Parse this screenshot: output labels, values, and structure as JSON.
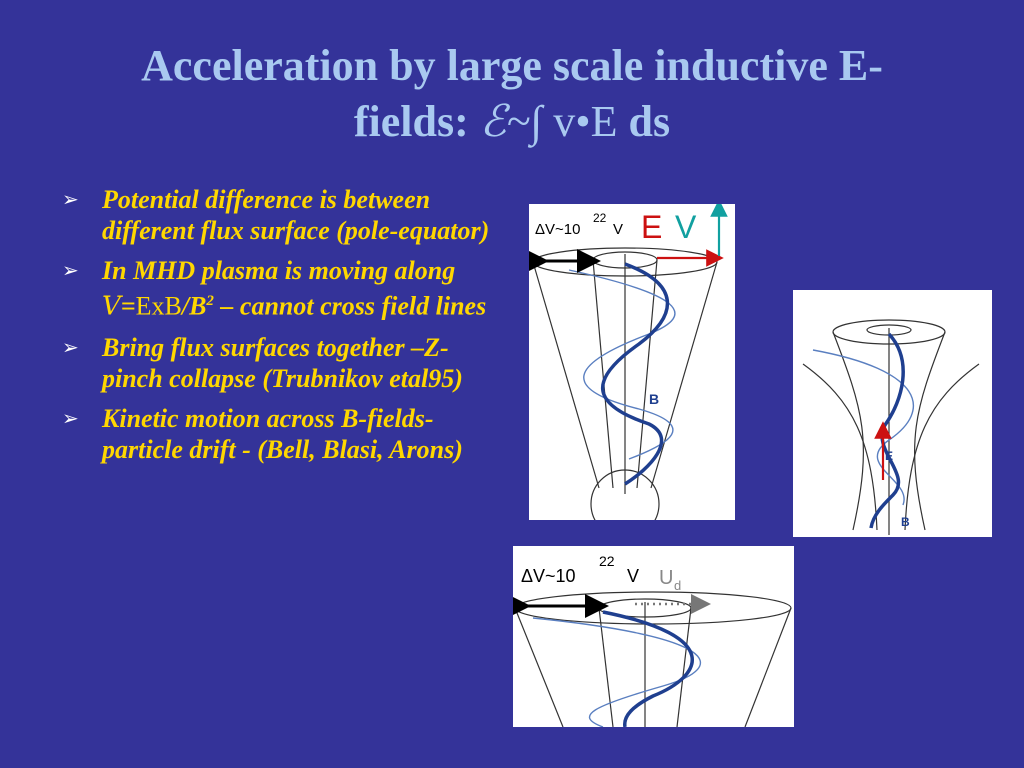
{
  "slide": {
    "title_line1": "Acceleration by large scale inductive E-",
    "title_line2_prefix": "fields: ",
    "title_emf_symbol": "ℰ~∫",
    "title_v_dot_e": " v•E ",
    "title_ds": "ds"
  },
  "bullets": [
    {
      "marker": "➢",
      "text": "Potential difference is between different flux surface (pole-equator)"
    },
    {
      "marker": "➢",
      "text_pre": "In MHD plasma is moving along ",
      "text_v": "V",
      "text_eq": "=",
      "text_exb": "ExB",
      "text_post": "/B",
      "text_sup": "2",
      "text_tail": " – cannot cross field lines"
    },
    {
      "marker": "➢",
      "text": "Bring flux surfaces together –Z-pinch collapse (Trubnikov etal95)"
    },
    {
      "marker": "➢",
      "text": "Kinetic motion across B-fields- particle drift - (Bell, Blasi, Arons)"
    }
  ],
  "figures": {
    "fig1": {
      "dv_label": "ΔV~10",
      "dv_exp": "22",
      "dv_unit": "V",
      "e_label": "E",
      "v_label": "V",
      "b_label": "B"
    },
    "fig2": {
      "e_label": "E",
      "b_label": "B"
    },
    "fig3": {
      "dv_label": "ΔV~10",
      "dv_exp": "22",
      "dv_unit": "V",
      "ud_label": "U",
      "ud_sub": "d"
    }
  },
  "colors": {
    "background": "#343399",
    "title": "#a9c9f0",
    "bullet_text": "#ffd700",
    "helix_dark": "#1f3f8f",
    "helix_light": "#5a7fc0",
    "e_vector": "#cc1111",
    "v_vector": "#11a0a0"
  }
}
